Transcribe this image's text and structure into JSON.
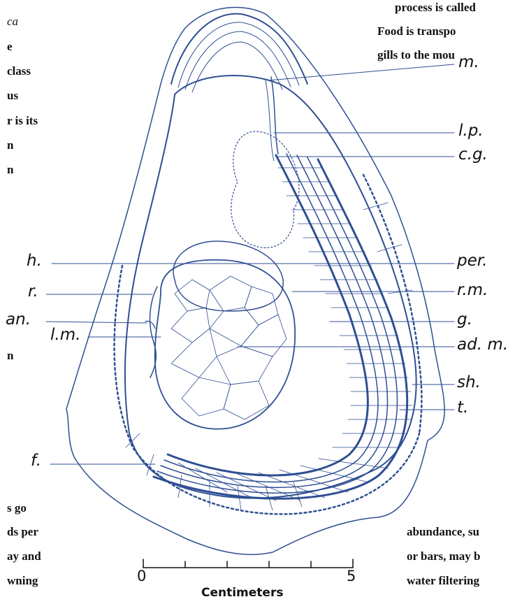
{
  "text_fragments": {
    "right_top": [
      "process is called",
      "Food is transpo",
      "gills to the mou"
    ],
    "left_top": [
      "ca",
      "e",
      "class",
      "us",
      "r is its",
      "n",
      "n"
    ],
    "left_mid": "n",
    "left_bottom": [
      "s go",
      "ds per",
      "ay and",
      "wning"
    ],
    "right_bottom": [
      "abundance, su",
      "or bars, may b",
      "water filtering"
    ]
  },
  "labels": {
    "m": "m.",
    "lp": "l.p.",
    "cg": "c.g.",
    "per": "per.",
    "h": "h.",
    "r": "r.",
    "rm": "r.m.",
    "an": "an.",
    "g": "g.",
    "lm": "l.m.",
    "adm": "ad. m.",
    "sh": "sh.",
    "t": "t.",
    "f": "f."
  },
  "scale": {
    "caption": "Centimeters",
    "start": "0",
    "end": "5"
  },
  "colors": {
    "ink": "#2f4f93",
    "text": "#111111"
  }
}
